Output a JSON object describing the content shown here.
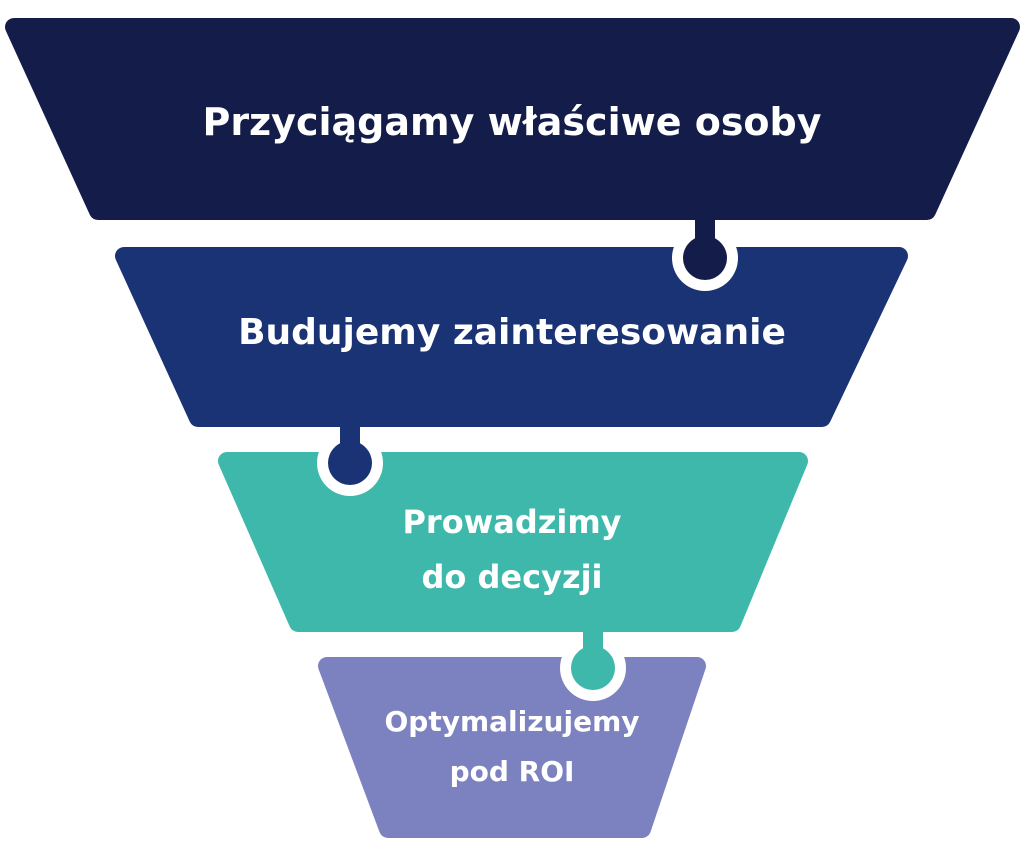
{
  "funnel": {
    "stages": [
      {
        "label": "Przyciągamy właściwe osoby",
        "color": "#141d4a"
      },
      {
        "label": "Budujemy zainteresowanie",
        "color": "#1a3375"
      },
      {
        "label_line1": "Prowadzimy",
        "label_line2": "do decyzji",
        "color": "#3db8ab"
      },
      {
        "label_line1": "Optymalizujemy",
        "label_line2": "pod ROI",
        "color": "#7b82bf"
      }
    ]
  }
}
